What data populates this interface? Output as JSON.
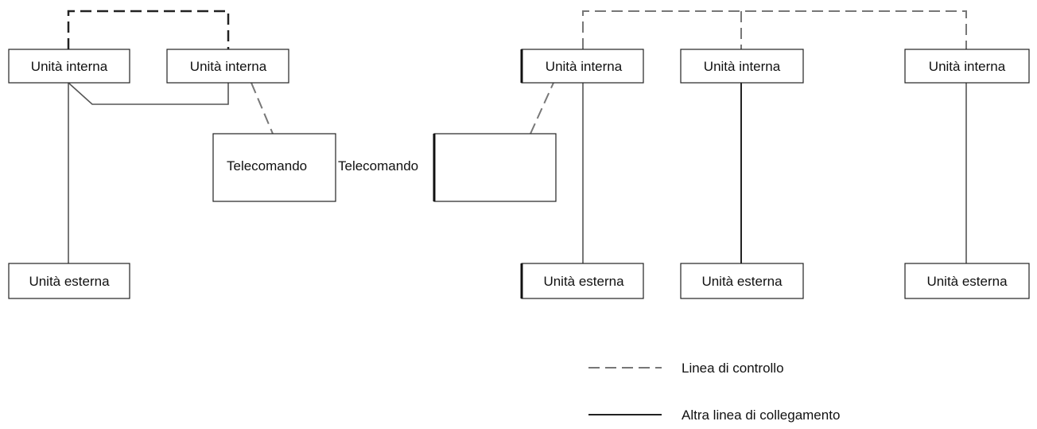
{
  "left_system": {
    "indoor_units": [
      {
        "label": "Unità interna"
      },
      {
        "label": "Unità interna"
      }
    ],
    "remote": {
      "label": "Telecomando"
    },
    "outdoor_unit": {
      "label": "Unità esterna"
    }
  },
  "right_system": {
    "remote": {
      "label": "Telecomando"
    },
    "indoor_units": [
      {
        "label": "Unità interna"
      },
      {
        "label": "Unità interna"
      },
      {
        "label": "Unità interna"
      }
    ],
    "outdoor_units": [
      {
        "label": "Unità esterna"
      },
      {
        "label": "Unità esterna"
      },
      {
        "label": "Unità esterna"
      }
    ]
  },
  "legend": {
    "control_line": "Linea di controllo",
    "other_line": "Altra linea di collegamento"
  }
}
